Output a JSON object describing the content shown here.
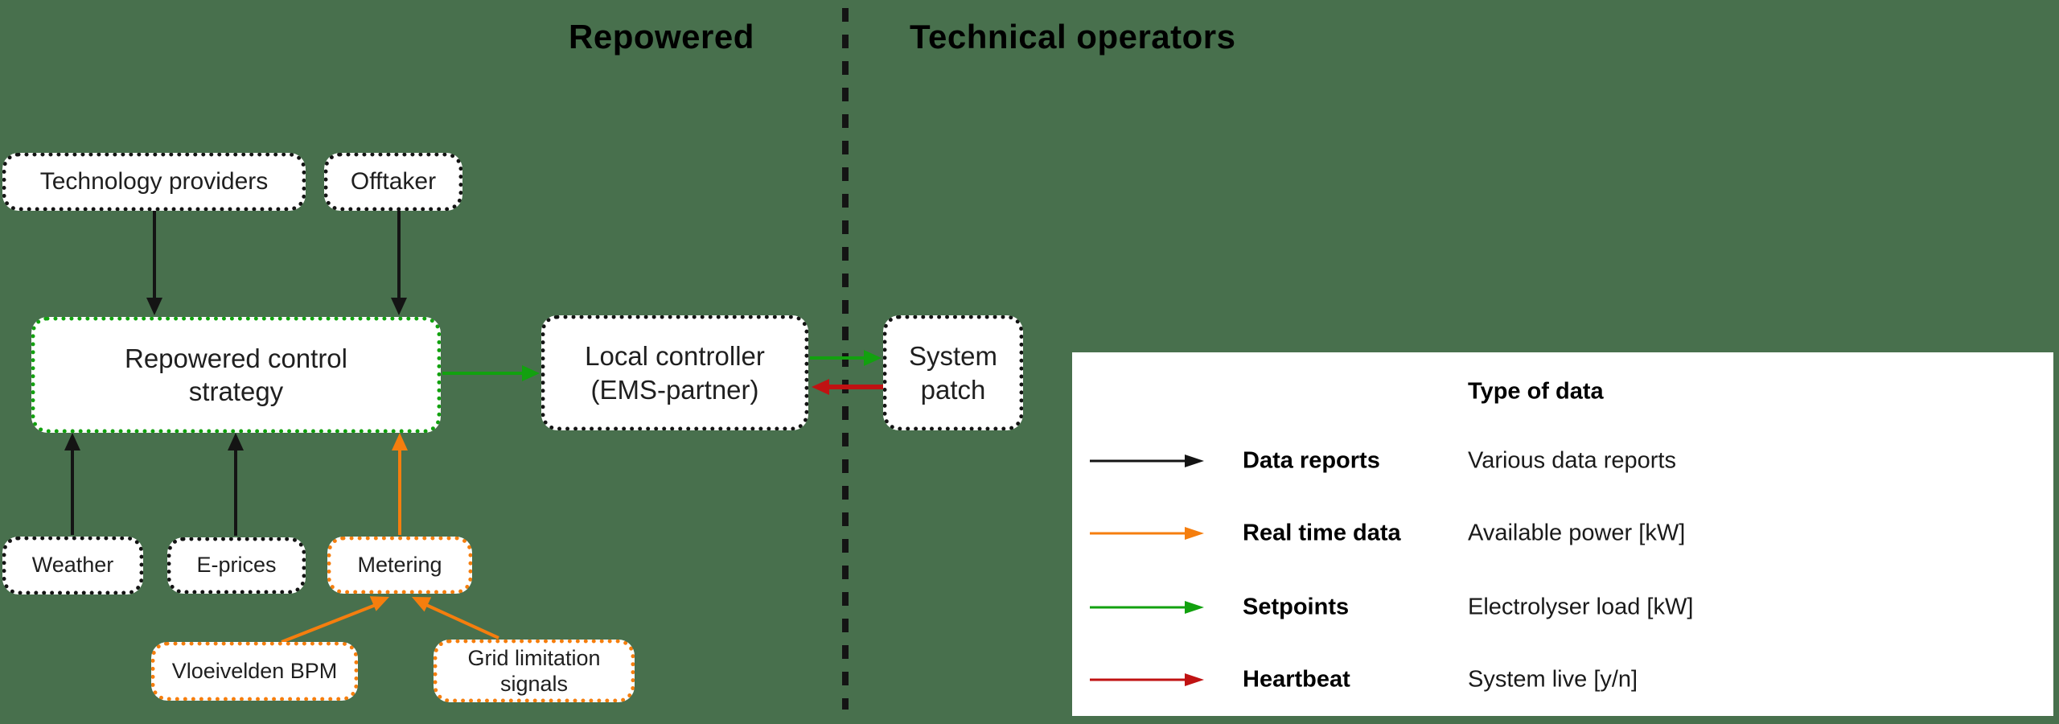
{
  "colors": {
    "background": "#48704d",
    "black": "#141414",
    "orange": "#f57e0e",
    "green": "#12a10f",
    "red": "#c01212",
    "text": "#1a1a1a",
    "box_fill": "#ffffff"
  },
  "headers": {
    "left_section": "Repowered",
    "right_section": "Technical operators"
  },
  "boxes": {
    "technology_providers": "Technology providers",
    "offtaker": "Offtaker",
    "control_strategy": {
      "line1": "Repowered control",
      "line2": "strategy"
    },
    "local_controller": {
      "line1": "Local controller",
      "line2": "(EMS-partner)"
    },
    "system_patch": {
      "line1": "System",
      "line2": "patch"
    },
    "weather": "Weather",
    "e_prices": "E-prices",
    "metering": "Metering",
    "vloeivelden": "Vloeivelden BPM",
    "grid_limitation": {
      "line1": "Grid limitation",
      "line2": "signals"
    }
  },
  "arrows": {
    "data_reports": "black-arrow",
    "real_time_data": "orange-arrow",
    "setpoints": "green-arrow",
    "heartbeat": "red-arrow"
  },
  "legend": {
    "header": "Type of data",
    "rows": [
      {
        "label": "Data reports",
        "description": "Various data reports",
        "color": "#141414"
      },
      {
        "label": "Real time data",
        "description": "Available power [kW]",
        "color": "#f57e0e"
      },
      {
        "label": "Setpoints",
        "description": "Electrolyser load [kW]",
        "color": "#12a10f"
      },
      {
        "label": "Heartbeat",
        "description": "System live [y/n]",
        "color": "#c01212"
      }
    ]
  }
}
